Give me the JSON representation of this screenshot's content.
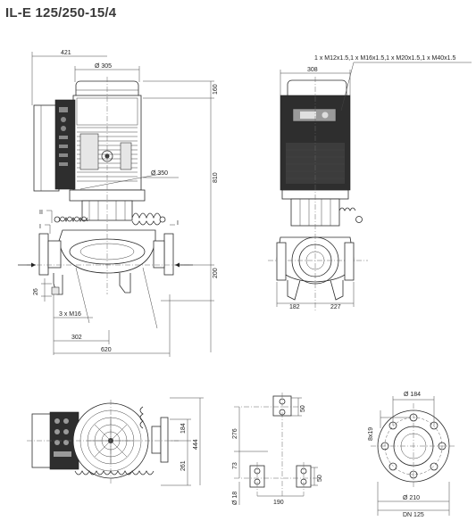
{
  "title": "IL-E 125/250-15/4",
  "colors": {
    "line": "#2b2b2b",
    "title": "#3a3a3a"
  },
  "dimensions": {
    "front_width_421": "421",
    "motor_diameter": "Ø 305",
    "top_height_160": "160",
    "fan_diameter": "Ø 350",
    "overall_height_810": "810",
    "axis_height_200": "200",
    "foot_height_26": "26",
    "foot_bolts": "3 x M16",
    "foot_depth_302": "302",
    "overall_length_620": "620",
    "cable_glands": "1 x M12x1.5,1 x M16x1.5,1 x M20x1.5,1 x M40x1.5",
    "side_width_308": "308",
    "side_left_182": "182",
    "side_right_227": "227",
    "plan_184": "184",
    "plan_444": "444",
    "plan_261": "261",
    "fp_276": "276",
    "fp_50_top": "50",
    "fp_73": "73",
    "fp_50_bottom": "50",
    "fp_hole": "Ø 18",
    "fp_190": "190",
    "fl_bolt_circle": "Ø 184",
    "fl_holes": "8x19",
    "fl_outer": "Ø 210",
    "fl_dn": "DN 125"
  },
  "section_marks": {
    "mark_2": "II",
    "mark_1": "I"
  }
}
